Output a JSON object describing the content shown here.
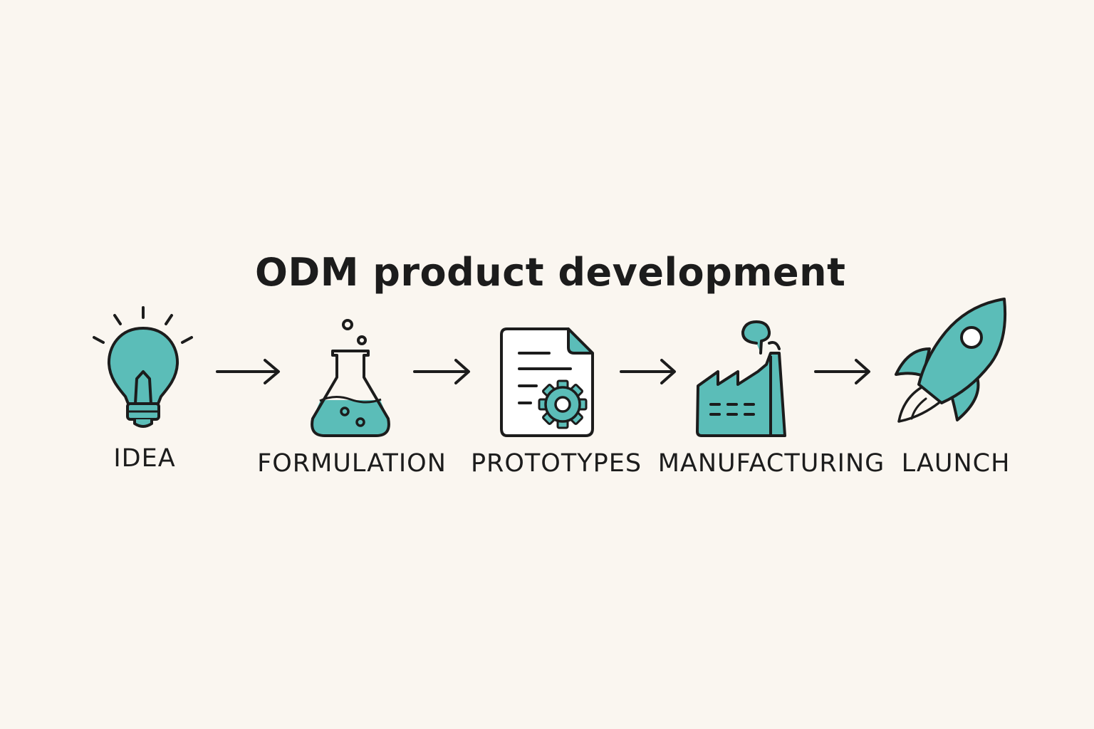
{
  "diagram": {
    "title": "ODM product development",
    "steps": [
      {
        "label": "IDEA",
        "icon": "lightbulb-icon"
      },
      {
        "label": "FORMULATION",
        "icon": "flask-icon"
      },
      {
        "label": "PROTOTYPES",
        "icon": "document-gear-icon"
      },
      {
        "label": "MANUFACTURING",
        "icon": "factory-icon"
      },
      {
        "label": "LAUNCH",
        "icon": "rocket-icon"
      }
    ],
    "colors": {
      "background": "#faf6f0",
      "accent": "#5bbdb8",
      "outline": "#1c1c1c"
    }
  }
}
